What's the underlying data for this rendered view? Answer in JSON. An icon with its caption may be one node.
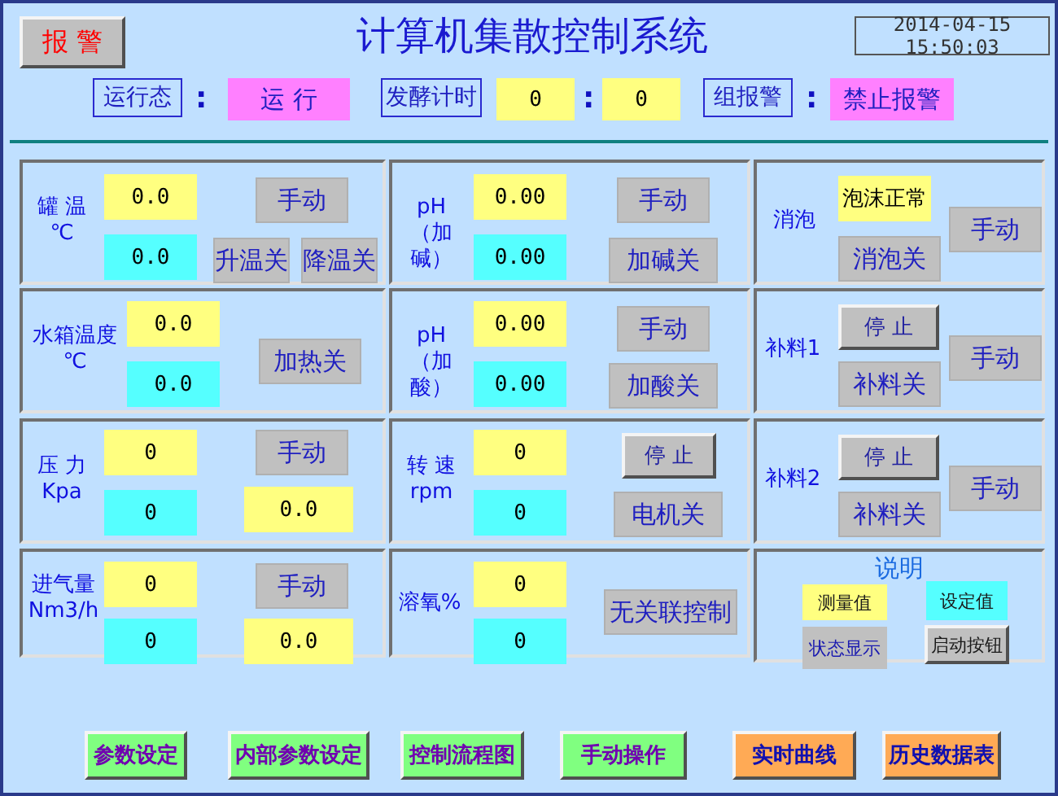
{
  "diagram": {
    "title": "计算机集散控制系统",
    "nodes": [
      {
        "text": [
          "报 警"
        ]
      },
      {
        "text": [
          "2014-04-15 15:50:03"
        ]
      },
      {
        "text": [
          "运行态"
        ]
      },
      {
        "text": [
          "运 行"
        ]
      },
      {
        "text": [
          "发酵计时"
        ]
      },
      {
        "text": [
          "0"
        ]
      },
      {
        "text": [
          "0"
        ]
      },
      {
        "text": [
          "组报警"
        ]
      },
      {
        "text": [
          "禁止报警"
        ]
      },
      {
        "text": [
          "罐 温 ℃"
        ]
      },
      {
        "text": [
          "0.0"
        ],
        "in": 9
      },
      {
        "text": [
          "0.0"
        ],
        "in": 9
      },
      {
        "text": [
          "手动"
        ],
        "in": 9
      },
      {
        "text": [
          "升温关"
        ],
        "in": 9
      },
      {
        "text": [
          "降温关"
        ],
        "in": 9
      },
      {
        "text": [
          "pH （加碱）"
        ]
      },
      {
        "text": [
          "0.00"
        ],
        "in": 15
      },
      {
        "text": [
          "0.00"
        ],
        "in": 15
      },
      {
        "text": [
          "手动"
        ],
        "in": 15
      },
      {
        "text": [
          "加碱关"
        ],
        "in": 15
      },
      {
        "text": [
          "消泡"
        ]
      },
      {
        "text": [
          "泡沫正常"
        ],
        "in": 20
      },
      {
        "text": [
          "消泡关"
        ],
        "in": 20
      },
      {
        "text": [
          "手动"
        ],
        "in": 20
      },
      {
        "text": [
          "水箱温度 ℃"
        ]
      },
      {
        "text": [
          "0.0"
        ],
        "in": 24
      },
      {
        "text": [
          "0.0"
        ],
        "in": 24
      },
      {
        "text": [
          "加热关"
        ],
        "in": 24
      },
      {
        "text": [
          "pH （加酸）"
        ]
      },
      {
        "text": [
          "0.00"
        ],
        "in": 28
      },
      {
        "text": [
          "0.00"
        ],
        "in": 28
      },
      {
        "text": [
          "手动"
        ],
        "in": 28
      },
      {
        "text": [
          "加酸关"
        ],
        "in": 28
      },
      {
        "text": [
          "补料1"
        ]
      },
      {
        "text": [
          "停 止"
        ],
        "in": 33
      },
      {
        "text": [
          "补料关"
        ],
        "in": 33
      },
      {
        "text": [
          "手动"
        ],
        "in": 33
      },
      {
        "text": [
          "压 力 Kpa"
        ]
      },
      {
        "text": [
          "0"
        ],
        "in": 37
      },
      {
        "text": [
          "0"
        ],
        "in": 37
      },
      {
        "text": [
          "手动"
        ],
        "in": 37
      },
      {
        "text": [
          "0.0"
        ],
        "in": 37
      },
      {
        "text": [
          "转 速 rpm"
        ]
      },
      {
        "text": [
          "0"
        ],
        "in": 42
      },
      {
        "text": [
          "0"
        ],
        "in": 42
      },
      {
        "text": [
          "停 止"
        ],
        "in": 42
      },
      {
        "text": [
          "电机关"
        ],
        "in": 42
      },
      {
        "text": [
          "补料2"
        ]
      },
      {
        "text": [
          "停 止"
        ],
        "in": 47
      },
      {
        "text": [
          "补料关"
        ],
        "in": 47
      },
      {
        "text": [
          "手动"
        ],
        "in": 47
      },
      {
        "text": [
          "进气量 Nm3/h"
        ]
      },
      {
        "text": [
          "0"
        ],
        "in": 51
      },
      {
        "text": [
          "0"
        ],
        "in": 51
      },
      {
        "text": [
          "手动"
        ],
        "in": 51
      },
      {
        "text": [
          "0.0"
        ],
        "in": 51
      },
      {
        "text": [
          "溶氧%"
        ]
      },
      {
        "text": [
          "0"
        ],
        "in": 56
      },
      {
        "text": [
          "0"
        ],
        "in": 56
      },
      {
        "text": [
          "无关联控制"
        ],
        "in": 56
      },
      {
        "text": [
          "说明"
        ]
      },
      {
        "text": [
          "参数设定"
        ]
      },
      {
        "text": [
          "内部参数设定"
        ]
      },
      {
        "text": [
          "控制流程图"
        ]
      },
      {
        "text": [
          "手动操作"
        ]
      },
      {
        "text": [
          "实时曲线"
        ]
      },
      {
        "text": [
          "历史数据表"
        ]
      }
    ],
    "labels": [
      ":",
      ":",
      ":"
    ],
    "legend": [
      {
        "text": "测量值",
        "color": "#ffff80"
      },
      {
        "text": "设定值",
        "color": "#55ffff"
      },
      {
        "text": "状态显示",
        "color": "#c0c0c0"
      },
      {
        "text": "启动按钮"
      }
    ]
  }
}
